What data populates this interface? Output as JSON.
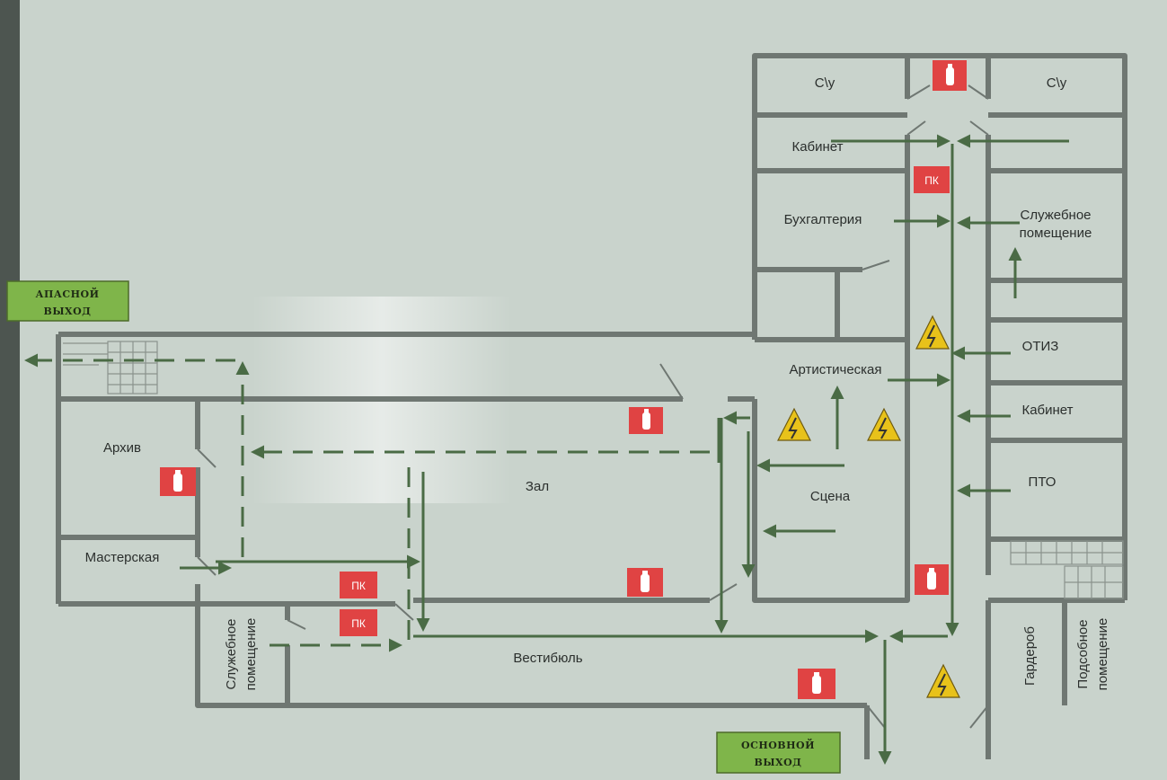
{
  "rooms": {
    "wc_left": "С\\у",
    "wc_right": "С\\у",
    "cabinet_top": "Кабинет",
    "accounting": "Бухгалтерия",
    "service_right_l1": "Служебное",
    "service_right_l2": "помещение",
    "otiz": "ОТИЗ",
    "artists": "Артистическая",
    "cabinet_mid": "Кабинет",
    "pto": "ПТО",
    "archive": "Архив",
    "hall": "Зал",
    "stage": "Сцена",
    "workshop": "Мастерская",
    "service_bottom_l1": "Служебное",
    "service_bottom_l2": "помещение",
    "vestibule": "Вестибюль",
    "wardrobe": "Гардероб",
    "utility_l1": "Подсобное",
    "utility_l2": "помещение"
  },
  "exits": {
    "spare_l1": "АПАСНОЙ",
    "spare_l2": "ВЫХОД",
    "main_l1": "ОСНОВНОЙ",
    "main_l2": "ВЫХОД"
  },
  "fire_hose_label": "ПК",
  "colors": {
    "wall": "#6f7772",
    "route": "#4a6b45",
    "extinguisher": "#e04343",
    "hazard": "#e8c21a",
    "exit_sign": "#7fb54a"
  }
}
